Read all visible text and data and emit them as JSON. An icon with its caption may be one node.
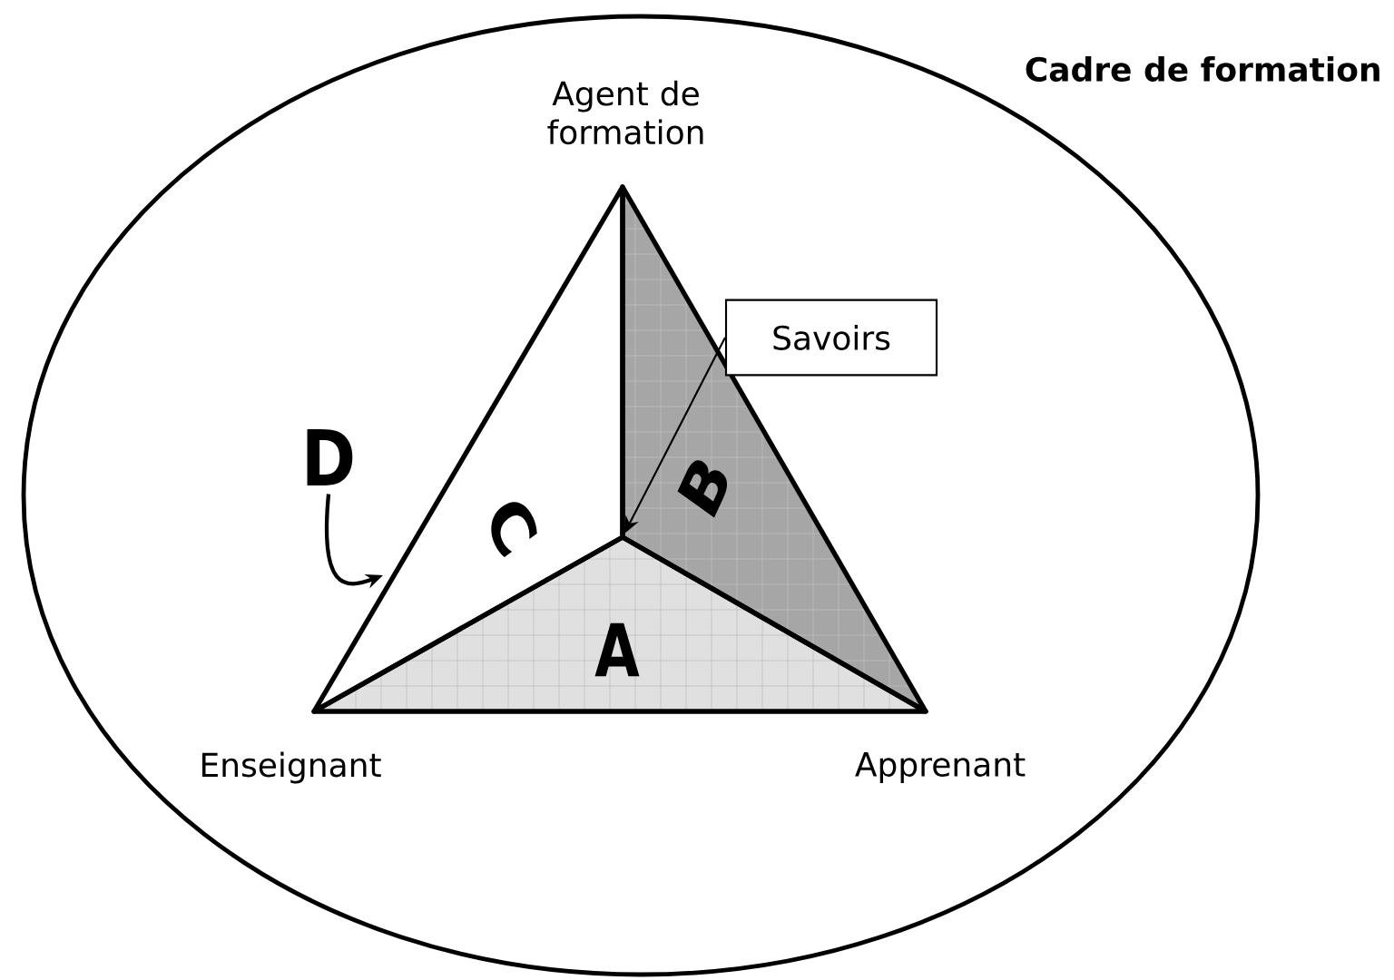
{
  "diagram": {
    "nodes": [
      {
        "text": [
          "Cadre de formation"
        ]
      },
      {
        "text": [
          "Savoirs"
        ],
        "in": 0
      },
      {
        "text": [
          "D"
        ],
        "in": 0
      }
    ],
    "edges": [
      {
        "from": 1,
        "to": null,
        "arrow": "to"
      },
      {
        "from": 2,
        "to": null,
        "arrow": "to"
      }
    ],
    "labels": [
      "Agent de formation",
      "C",
      "B",
      "A",
      "Enseignant",
      "Apprenant"
    ]
  }
}
